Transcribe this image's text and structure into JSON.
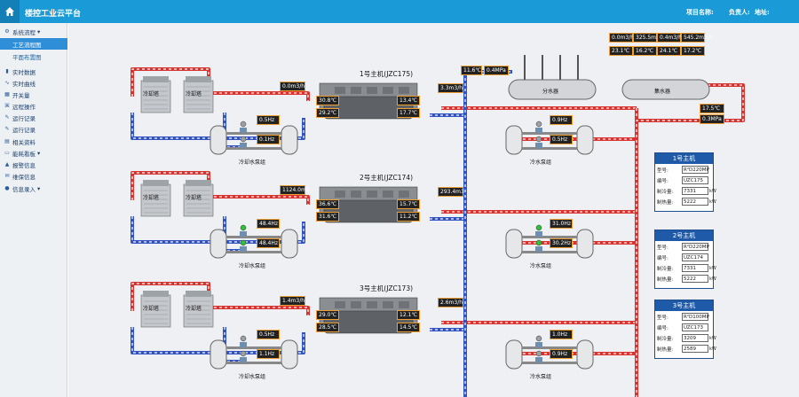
{
  "app": {
    "title": "楼控工业云平台",
    "project_label": "项目名称:",
    "owner_label": "负责人:",
    "address_label": "地址:"
  },
  "sidebar": {
    "items": [
      {
        "label": "系统流程",
        "icon": "gear-icon",
        "glyph": "⚙",
        "expanded": true
      },
      {
        "label": "工艺流程图",
        "sub": true,
        "active": true
      },
      {
        "label": "平面布置图",
        "sub": true
      },
      {
        "label": "实时数据",
        "icon": "chart-icon",
        "glyph": "▮"
      },
      {
        "label": "实时曲线",
        "icon": "line-chart-icon",
        "glyph": "∿"
      },
      {
        "label": "开关量",
        "icon": "switch-icon",
        "glyph": "▦"
      },
      {
        "label": "远程操作",
        "icon": "remote-icon",
        "glyph": "⌘"
      },
      {
        "label": "运行记录",
        "icon": "edit-icon",
        "glyph": "✎"
      },
      {
        "label": "运行记录",
        "icon": "edit-icon",
        "glyph": "✎"
      },
      {
        "label": "相关资料",
        "icon": "book-icon",
        "glyph": "▤"
      },
      {
        "label": "能耗看板",
        "icon": "dashboard-icon",
        "glyph": "▭",
        "expandable": true
      },
      {
        "label": "报警信息",
        "icon": "alarm-icon",
        "glyph": "▲"
      },
      {
        "label": "维保信息",
        "icon": "maintenance-icon",
        "glyph": "✉"
      },
      {
        "label": "信息录入",
        "icon": "input-icon",
        "glyph": "●",
        "expandable": true
      }
    ]
  },
  "header_boxes": {
    "values": [
      "0.0m3/h",
      "325.5m3/h",
      "0.4m3/h",
      "545.2m3/h"
    ],
    "temps": [
      "23.1℃",
      "16.2℃",
      "24.1℃",
      "17.2℃"
    ]
  },
  "supply": {
    "temp": "11.6℃",
    "pressure": "0.4MPa",
    "distributor_label": "分水器",
    "collector_label": "集水器",
    "return_temp": "17.5℃",
    "return_pressure": "0.3MPa"
  },
  "chillers": [
    {
      "title": "1号主机(JZC175)",
      "flow_left": "0.0m3/h",
      "flow_right": "3.3m3/h",
      "temps_left": [
        "30.8℃",
        "29.2℃"
      ],
      "temps_right": [
        "13.4℃",
        "17.7℃"
      ],
      "cooling_freq": [
        "0.5Hz",
        "0.1Hz"
      ],
      "chilled_freq": [
        "0.9Hz",
        "0.5Hz"
      ],
      "tower_label": "冷却塔",
      "cooling_pump_label": "冷却水泵组",
      "chilled_pump_label": "冷水泵组"
    },
    {
      "title": "2号主机(JZC174)",
      "flow_left": "1124.0m3",
      "flow_right": "293.4m3",
      "temps_left": [
        "36.6℃",
        "31.6℃"
      ],
      "temps_right": [
        "15.7℃",
        "11.2℃"
      ],
      "cooling_freq": [
        "48.4Hz",
        "48.4Hz"
      ],
      "chilled_freq": [
        "31.0Hz",
        "30.2Hz"
      ],
      "tower_label": "冷却塔",
      "cooling_pump_label": "冷却水泵组",
      "chilled_pump_label": "冷水泵组"
    },
    {
      "title": "3号主机(JZC173)",
      "flow_left": "1.4m3/h",
      "flow_right": "2.6m3/h",
      "temps_left": [
        "29.0℃",
        "28.5℃"
      ],
      "temps_right": [
        "12.1℃",
        "14.5℃"
      ],
      "cooling_freq": [
        "0.5Hz",
        "1.1Hz"
      ],
      "chilled_freq": [
        "1.0Hz",
        "0.9Hz"
      ],
      "tower_label": "冷却塔",
      "cooling_pump_label": "冷却水泵组",
      "chilled_pump_label": "冷水泵组"
    }
  ],
  "cards": [
    {
      "title": "1号主机",
      "model_label": "型号:",
      "model": "R²D220MP",
      "code_label": "编号:",
      "code": "UZC175",
      "cool_label": "制冷量:",
      "cool": "7331",
      "cool_unit": "kW",
      "power_label": "制热量:",
      "power": "5222",
      "power_unit": "kW"
    },
    {
      "title": "2号主机",
      "model_label": "型号:",
      "model": "R²D220MP",
      "code_label": "编号:",
      "code": "UZC174",
      "cool_label": "制冷量:",
      "cool": "7331",
      "cool_unit": "kW",
      "power_label": "制热量:",
      "power": "5222",
      "power_unit": "kW"
    },
    {
      "title": "3号主机",
      "model_label": "型号:",
      "model": "R²D100MP",
      "code_label": "编号:",
      "code": "UZC173",
      "cool_label": "制冷量:",
      "cool": "3209",
      "cool_unit": "kW",
      "power_label": "制热量:",
      "power": "2589",
      "power_unit": "kW"
    }
  ],
  "colors": {
    "topbar": "#1a9ad6",
    "hot_pipe": "#d8332f",
    "cold_pipe": "#2f52c4",
    "value_bg": "#222222",
    "value_border": "#f0a030",
    "card_header": "#1f5aa8"
  }
}
